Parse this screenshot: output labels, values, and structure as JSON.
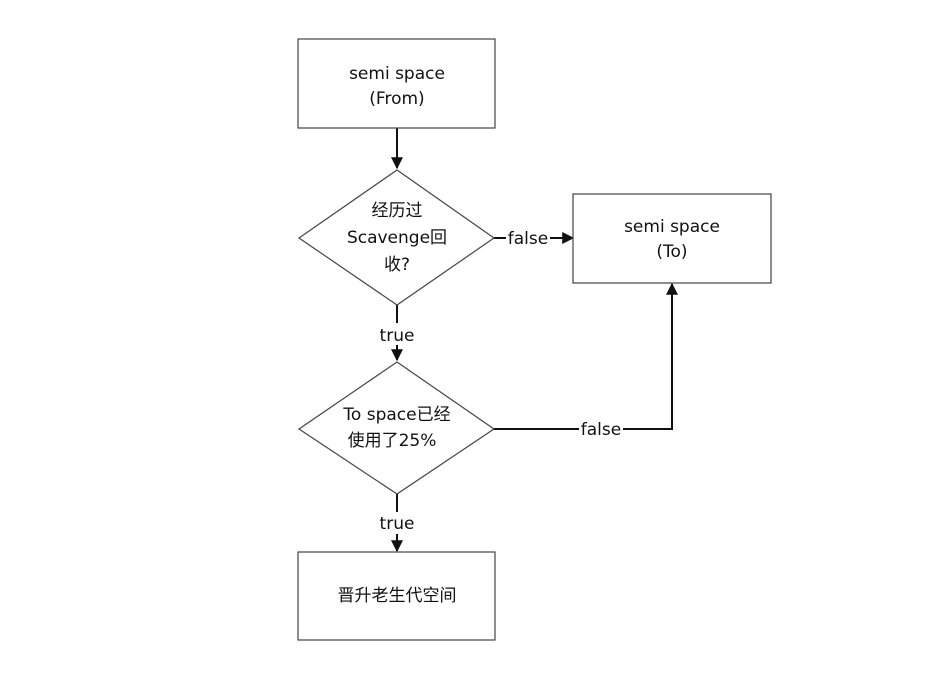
{
  "nodes": {
    "from": {
      "line1": "semi space",
      "line2": "(From)"
    },
    "decision1": {
      "line1": "经历过",
      "line2": "Scavenge回",
      "line3": "收?"
    },
    "to": {
      "line1": "semi space",
      "line2": "(To)"
    },
    "decision2": {
      "line1": "To space已经",
      "line2": "使用了25%"
    },
    "promote": {
      "line1": "晋升老生代空间"
    }
  },
  "edges": {
    "decision1_false": "false",
    "decision1_true": "true",
    "decision2_false": "false",
    "decision2_true": "true"
  },
  "colors": {
    "stroke": "#444444",
    "edge": "#111111",
    "background": "#ffffff"
  }
}
